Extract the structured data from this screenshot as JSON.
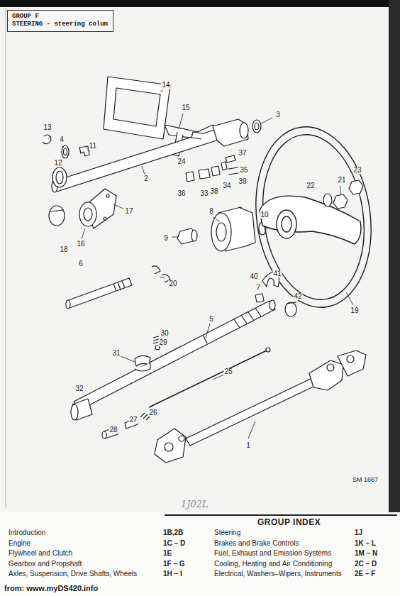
{
  "diagram": {
    "nodes": [
      {
        "text": [
          "GROUP F",
          "STEERING - steering colum"
        ]
      }
    ],
    "labels": [
      "13",
      "4",
      "11",
      "14",
      "15",
      "3",
      "12",
      "2",
      "24",
      "37",
      "35",
      "39",
      "34",
      "38",
      "33",
      "36",
      "16",
      "17",
      "18",
      "8",
      "10",
      "9",
      "23",
      "22",
      "21",
      "6",
      "20",
      "40",
      "41",
      "7",
      "42",
      "19",
      "5",
      "30",
      "29",
      "31",
      "25",
      "32",
      "26",
      "27",
      "28",
      "1",
      "SM 1667",
      "1J02L",
      "GROUP INDEX",
      "Introduction",
      "1B,2B",
      "Steering",
      "1J",
      "Engine",
      "1C – D",
      "Brakes and Brake Controls",
      "1K – L",
      "Flywheel and Clutch",
      "1E",
      "Fuel, Exhaust and Emission Systems",
      "1M – N",
      "Gearbox and Propshaft",
      "1F – G",
      "Cooling, Heating and Air Conditioning",
      "2C – D",
      "Axles, Suspension, Drive Shafts, Wheels",
      "1H – I",
      "Electrical, Washers–Wipers, Instruments",
      "2E – F",
      "from: www.myDS420.info"
    ]
  }
}
